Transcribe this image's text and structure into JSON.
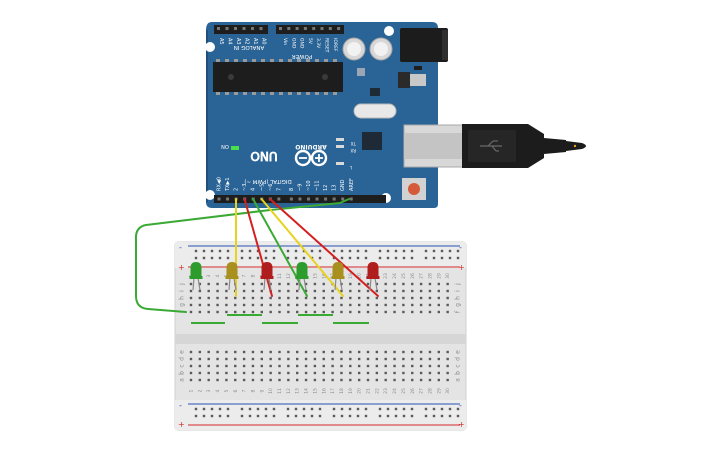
{
  "arduino": {
    "board_name": "UNO",
    "brand": "ARDUINO",
    "on_label": "ON",
    "analog_header_label": "ANALOG IN",
    "power_header_label": "POWER",
    "digital_header_label": "DIGITAL (PWM ~)",
    "analog_pins": [
      "A5",
      "A4",
      "A3",
      "A2",
      "A1",
      "A0"
    ],
    "power_pins": [
      "Vin",
      "GND",
      "GND",
      "5V",
      "3.3V",
      "RESET",
      "IOREF"
    ],
    "digital_pins": [
      "RX◀0",
      "TX▶1",
      "2",
      "~3",
      "4",
      "~5",
      "~6",
      "7",
      "8",
      "~9",
      "~10",
      "~11",
      "12",
      "13",
      "GND",
      "AREF"
    ],
    "tx_label": "TX",
    "rx_label": "RX",
    "l_label": "L",
    "color_pcb": "#2a6496"
  },
  "breadboard": {
    "column_numbers": [
      "1",
      "2",
      "3",
      "4",
      "5",
      "6",
      "7",
      "8",
      "9",
      "10",
      "11",
      "12",
      "13",
      "14",
      "15",
      "16",
      "17",
      "18",
      "19",
      "20",
      "21",
      "22",
      "23",
      "24",
      "25",
      "26",
      "27",
      "28",
      "29",
      "30"
    ],
    "row_letters_top": [
      "j",
      "i",
      "h",
      "g",
      "f"
    ],
    "row_letters_bottom": [
      "e",
      "d",
      "c",
      "b",
      "a"
    ],
    "rail_minus": "-",
    "rail_plus": "+",
    "rail_red": "#d22a2a",
    "rail_blue": "#2a4fb3"
  },
  "leds": [
    {
      "name": "led-1",
      "color": "#2d9c2d"
    },
    {
      "name": "led-2",
      "color": "#a9901e"
    },
    {
      "name": "led-3",
      "color": "#b01d1d"
    },
    {
      "name": "led-4",
      "color": "#2d9c2d"
    },
    {
      "name": "led-5",
      "color": "#a9901e"
    },
    {
      "name": "led-6",
      "color": "#b01d1d"
    }
  ],
  "wires": [
    {
      "name": "gnd-wire",
      "color": "#3aaa35"
    },
    {
      "name": "wire-pin2-yellow",
      "color": "#e8d21d"
    },
    {
      "name": "wire-pin3-red",
      "color": "#d42020"
    },
    {
      "name": "wire-pin4-green",
      "color": "#3aaa35"
    },
    {
      "name": "wire-pin5-yellow",
      "color": "#e8d21d"
    },
    {
      "name": "wire-pin6-red",
      "color": "#d42020"
    }
  ]
}
